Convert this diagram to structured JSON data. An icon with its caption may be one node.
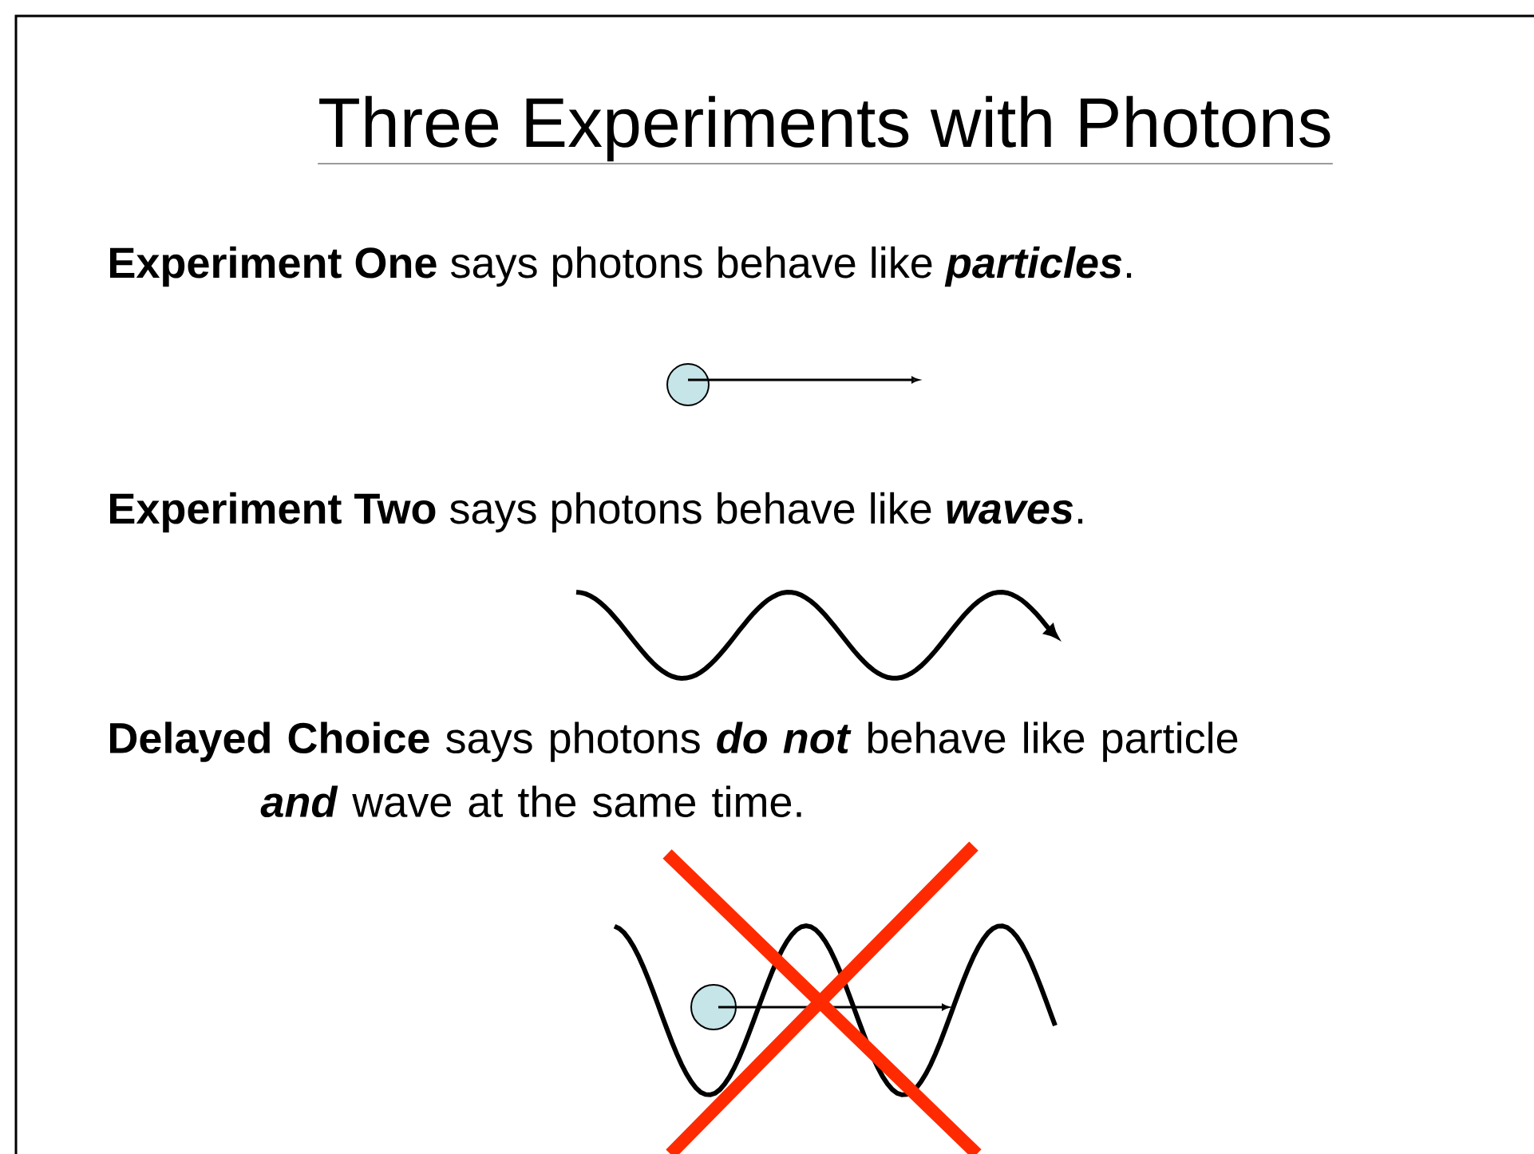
{
  "diagram": {
    "title": "Three Experiments with Photons",
    "labels": [
      "**Experiment One** says photons behave like *particles*.",
      "**Experiment Two** says photons behave like *waves*.",
      "**Delayed Choice** says photons *do not* behave like particle *and* wave at the same time."
    ]
  }
}
